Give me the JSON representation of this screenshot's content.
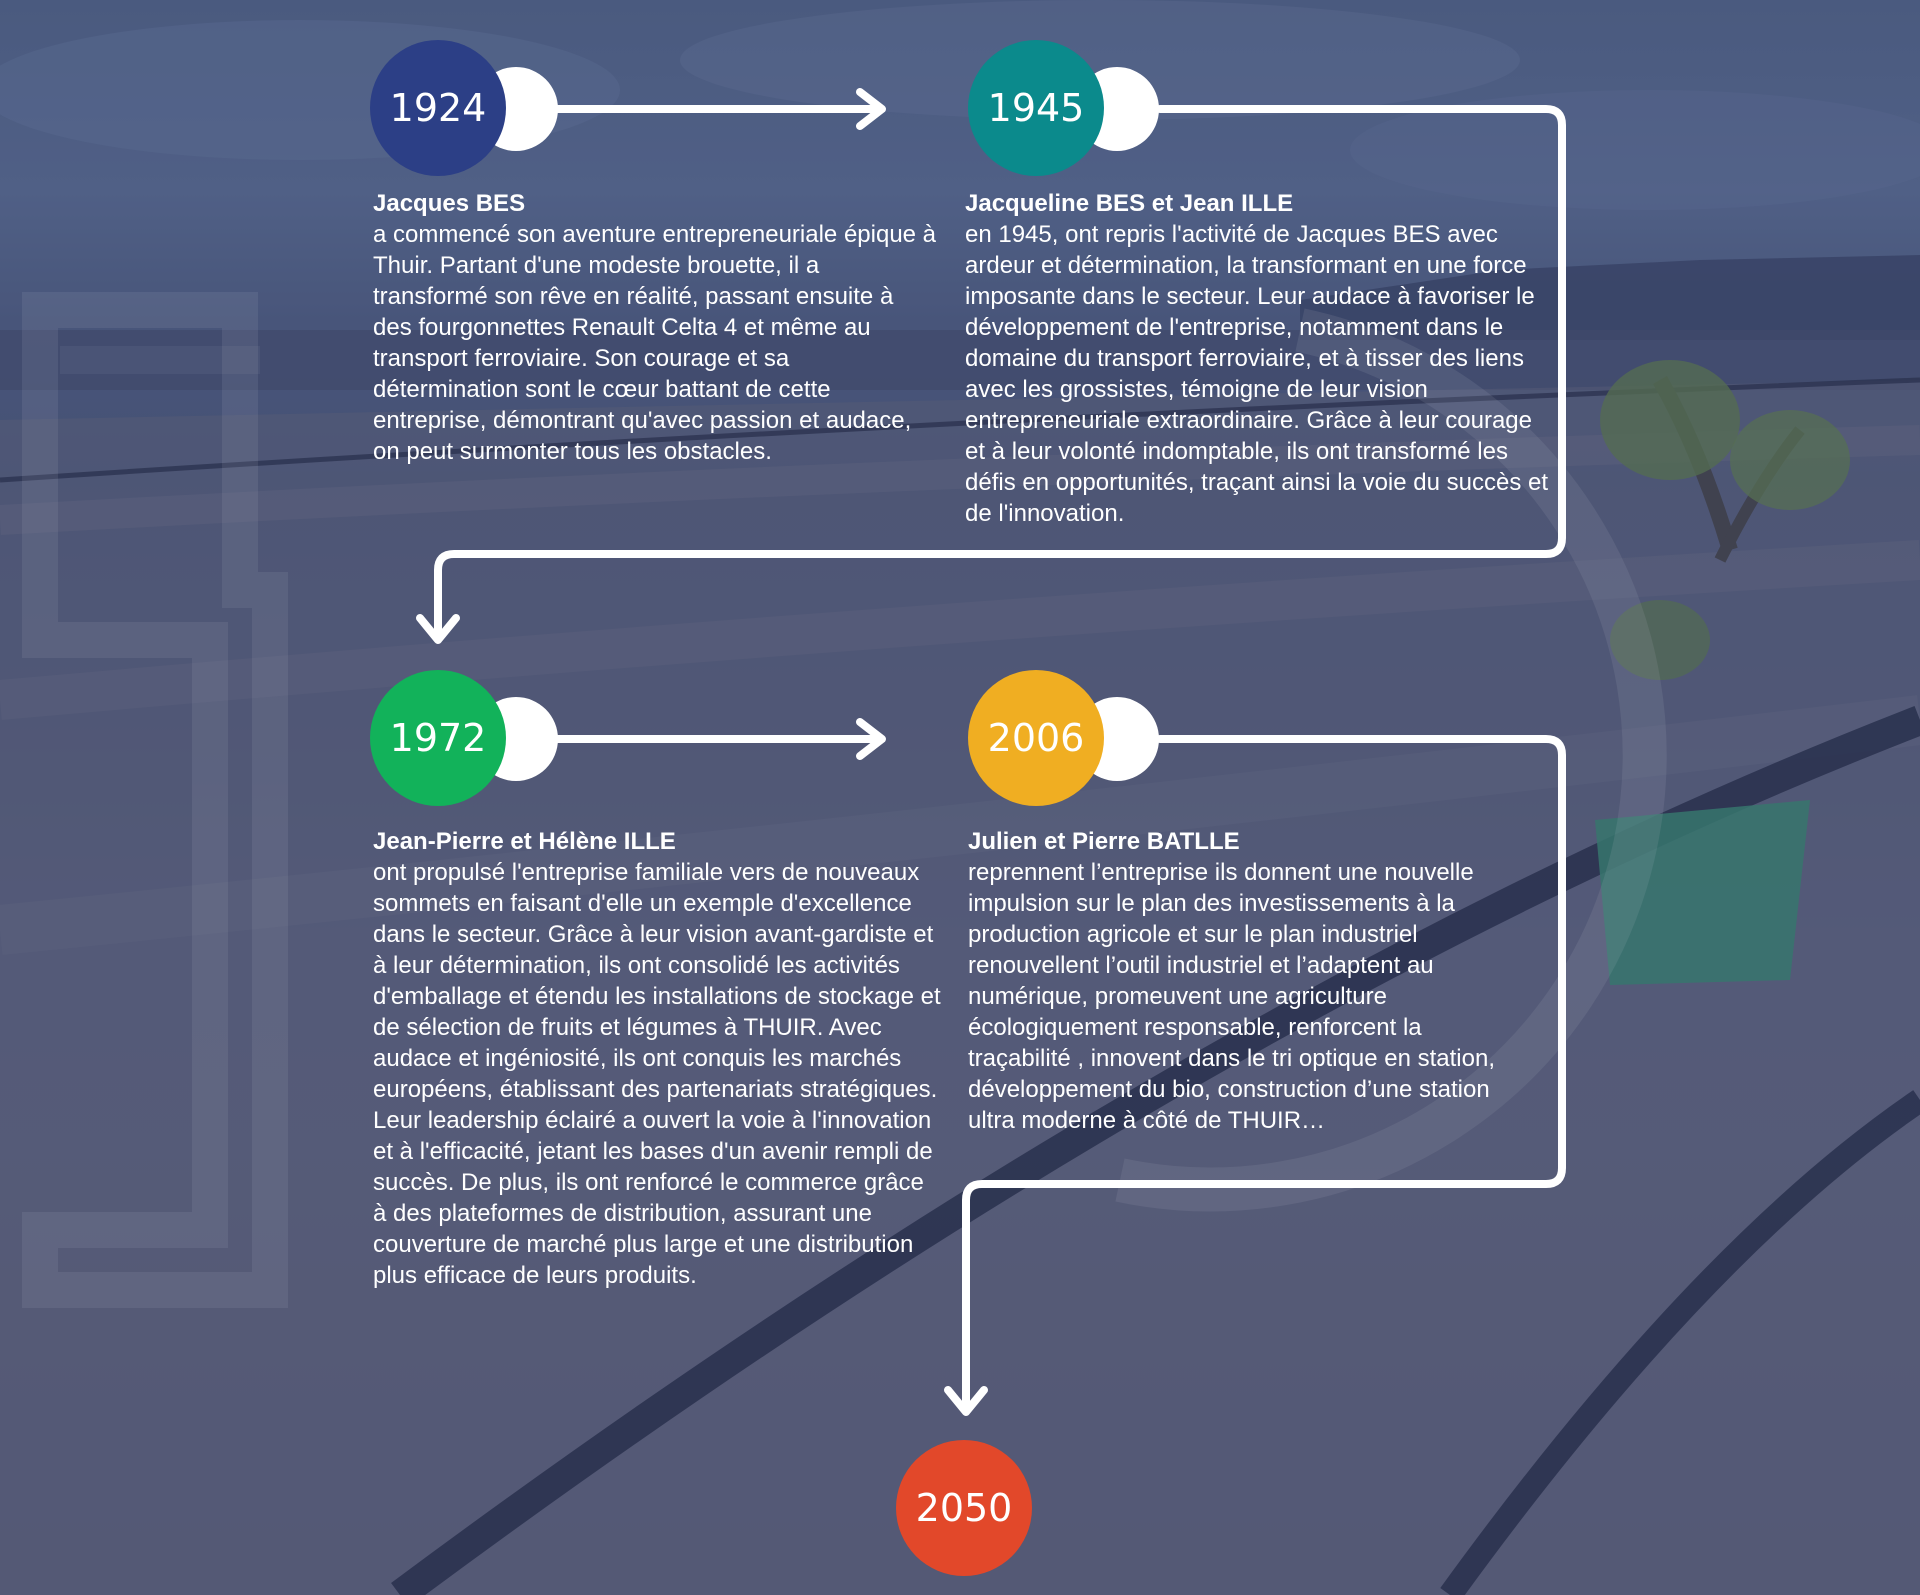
{
  "colors": {
    "c1924": "#2c3f86",
    "c1945": "#0b8a8c",
    "c1972": "#12b25a",
    "c2006": "#f0ae22",
    "c2050": "#e2482a",
    "connector": "#ffffff"
  },
  "timeline": [
    {
      "year": "1924",
      "title": "Jacques BES",
      "text": "a commencé son aventure entrepreneuriale épique à Thuir. Partant d'une modeste brouette, il a transformé son rêve en réalité, passant ensuite à des fourgonnettes Renault Celta 4 et même au transport ferroviaire. Son courage et sa détermination sont le cœur battant de cette entreprise, démontrant qu'avec passion et audace, on peut surmonter tous les obstacles."
    },
    {
      "year": "1945",
      "title": "Jacqueline BES et Jean ILLE",
      "text": "en 1945, ont repris l'activité de Jacques BES avec ardeur et détermination, la transformant en une force imposante dans le secteur. Leur audace à favoriser le développement de l'entreprise, notamment dans le domaine du transport ferroviaire, et à tisser des liens avec les grossistes, témoigne de leur vision entrepreneuriale extraordinaire. Grâce à leur courage et à leur volonté indomptable, ils ont transformé les défis en opportunités, traçant ainsi la voie du succès et de l'innovation."
    },
    {
      "year": "1972",
      "title": "Jean-Pierre et Hélène ILLE",
      "text": "ont propulsé l'entreprise familiale vers de nouveaux sommets en faisant d'elle un exemple d'excellence dans le secteur. Grâce à leur vision avant-gardiste et à leur détermination, ils ont consolidé les activités d'emballage et étendu les installations de stockage et de sélection de fruits et légumes à THUIR. Avec audace et ingéniosité, ils ont conquis les marchés européens, établissant des partenariats stratégiques. Leur leadership éclairé a ouvert la voie à l'innovation et à l'efficacité, jetant les bases d'un avenir rempli de succès. De plus, ils ont renforcé le commerce grâce à des plateformes de distribution, assurant une couverture de marché plus large et une distribution plus efficace de leurs produits."
    },
    {
      "year": "2006",
      "title": "Julien et Pierre BATLLE",
      "text": "reprennent l’entreprise ils donnent une nouvelle impulsion sur le plan des investissements à la production agricole et sur le plan industriel renouvellent l’outil industriel et l’adaptent au numérique, promeuvent une agriculture écologiquement responsable, renforcent la traçabilité , innovent dans le tri optique en station, développement du bio, construction d’une station ultra moderne à côté de THUIR…"
    },
    {
      "year": "2050"
    }
  ]
}
